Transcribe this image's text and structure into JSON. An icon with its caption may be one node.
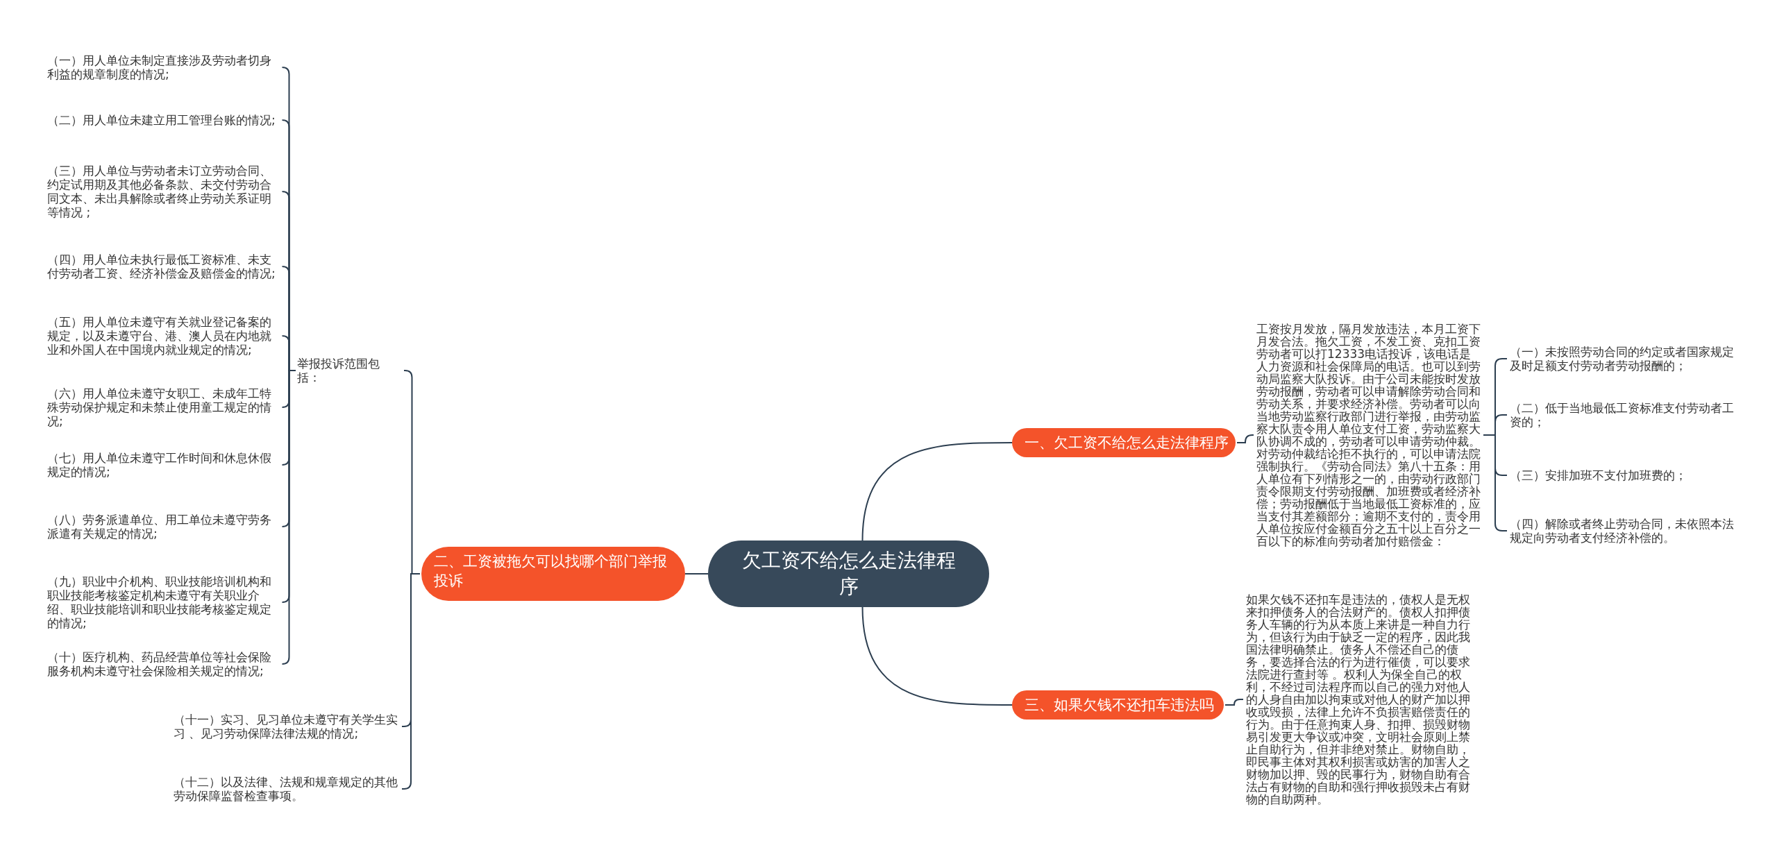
{
  "diagram": {
    "nodes": [
      {
        "text": [
          "欠工资不给怎么走法律程序"
        ]
      },
      {
        "text": [
          "一、欠工资不给怎么走法律程序"
        ]
      },
      {
        "text": [
          "工资按月发放，隔月发放违法，本月工资下月发合法。拖欠工资，不发工资、克扣工资劳动者可以打12333电话投诉，该电话是人力资源和社会保障局的电话。也可以到劳动局监察大队投诉。由于公司未能按时发放劳动报酬，劳动者可以申请解除劳动合同和劳动关系，并要求经济补偿。劳动者可以向当地劳动监察行政部门进行举报，由劳动监察大队责令用人单位支付工资，劳动监察大队协调不成的，劳动者可以申请劳动仲裁。对劳动仲裁结论拒不执行的，可以申请法院强制执行。《劳动合同法》第八十五条：用人单位有下列情形之一的，由劳动行政部门责令限期支付劳动报酬、加班费或者经济补偿；劳动报酬低于当地最低工资标准的，应当支付其差额部分；逾期不支付的，责令用人单位按应付金额百分之五十以上百分之一百以下的标准向劳动者加付赔偿金："
        ]
      },
      {
        "text": [
          "（一）未按照劳动合同的约定或者国家规定及时足额支付劳动者劳动报酬的；"
        ]
      },
      {
        "text": [
          "（二）低于当地最低工资标准支付劳动者工资的；"
        ]
      },
      {
        "text": [
          "（三）安排加班不支付加班费的；"
        ]
      },
      {
        "text": [
          "（四）解除或者终止劳动合同，未依照本法规定向劳动者支付经济补偿的。"
        ]
      },
      {
        "text": [
          "二、工资被拖欠可以找哪个部门举报投诉"
        ]
      },
      {
        "text": [
          "举报投诉范围包括："
        ]
      },
      {
        "text": [
          "（一）用人单位未制定直接涉及劳动者切身利益的规章制度的情况;"
        ]
      },
      {
        "text": [
          "（二）用人单位未建立用工管理台账的情况;"
        ]
      },
      {
        "text": [
          "（三）用人单位与劳动者未订立劳动合同、约定试用期及其他必备条款、未交付劳动合同文本、未出具解除或者终止劳动关系证明等情况 ;"
        ]
      },
      {
        "text": [
          "（四）用人单位未执行最低工资标准、未支付劳动者工资、经济补偿金及赔偿金的情况;"
        ]
      },
      {
        "text": [
          "（五）用人单位未遵守有关就业登记备案的规定，以及未遵守台、港、澳人员在内地就业和外国人在中国境内就业规定的情况;"
        ]
      },
      {
        "text": [
          "（六）用人单位未遵守女职工、未成年工特殊劳动保护规定和未禁止使用童工规定的情况;"
        ]
      },
      {
        "text": [
          "（七）用人单位未遵守工作时间和休息休假规定的情况;"
        ]
      },
      {
        "text": [
          "（八）劳务派遣单位、用工单位未遵守劳务派遣有关规定的情况;"
        ]
      },
      {
        "text": [
          "（九）职业中介机构、职业技能培训机构和职业技能考核鉴定机构未遵守有关职业介绍、职业技能培训和职业技能考核鉴定规定的情况;"
        ]
      },
      {
        "text": [
          "（十）医疗机构、药品经营单位等社会保险服务机构未遵守社会保险相关规定的情况;"
        ]
      },
      {
        "text": [
          "（十一）实习、见习单位未遵守有关学生实习 、见习劳动保障法律法规的情况;"
        ]
      },
      {
        "text": [
          "（十二）以及法律、法规和规章规定的其他劳动保障监督检查事项。"
        ]
      },
      {
        "text": [
          "三、如果欠钱不还扣车违法吗"
        ]
      },
      {
        "text": [
          "如果欠钱不还扣车是违法的，债权人是无权来扣押债务人的合法财产的。债权人扣押债务人车辆的行为从本质上来讲是一种自力行为，但该行为由于缺乏一定的程序，因此我国法律明确禁止。债务人不偿还自己的债务，要选择合法的行为进行催债，可以要求法院进行查封等 。权利人为保全自己的权利，不经过司法程序而以自己的强力对他人的人身自由加以拘束或对他人的财产加以押收或毁损，法律上允许不负损害赔偿责任的行为。由于任意拘束人身、扣押、损毁财物易引发更大争议或冲突，文明社会原则上禁止自助行为，但并非绝对禁止。财物自助，即民事主体对其权利损害或妨害的加害人之财物加以押、毁的民事行为，财物自助有合法占有财物的自助和强行押收损毁未占有财物的自助两种。"
        ]
      }
    ],
    "edges": [
      {
        "from": 0,
        "to": 1,
        "arrow": "none"
      },
      {
        "from": 1,
        "to": 2,
        "arrow": "none"
      },
      {
        "from": 2,
        "to": 3,
        "arrow": "none"
      },
      {
        "from": 2,
        "to": 4,
        "arrow": "none"
      },
      {
        "from": 2,
        "to": 5,
        "arrow": "none"
      },
      {
        "from": 2,
        "to": 6,
        "arrow": "none"
      },
      {
        "from": 0,
        "to": 7,
        "arrow": "none"
      },
      {
        "from": 7,
        "to": 8,
        "arrow": "none"
      },
      {
        "from": 8,
        "to": 9,
        "arrow": "none"
      },
      {
        "from": 8,
        "to": 10,
        "arrow": "none"
      },
      {
        "from": 8,
        "to": 11,
        "arrow": "none"
      },
      {
        "from": 8,
        "to": 12,
        "arrow": "none"
      },
      {
        "from": 8,
        "to": 13,
        "arrow": "none"
      },
      {
        "from": 8,
        "to": 14,
        "arrow": "none"
      },
      {
        "from": 8,
        "to": 15,
        "arrow": "none"
      },
      {
        "from": 8,
        "to": 16,
        "arrow": "none"
      },
      {
        "from": 8,
        "to": 17,
        "arrow": "none"
      },
      {
        "from": 8,
        "to": 18,
        "arrow": "none"
      },
      {
        "from": 7,
        "to": 19,
        "arrow": "none"
      },
      {
        "from": 7,
        "to": 20,
        "arrow": "none"
      },
      {
        "from": 0,
        "to": 21,
        "arrow": "none"
      },
      {
        "from": 21,
        "to": 22,
        "arrow": "none"
      }
    ]
  }
}
